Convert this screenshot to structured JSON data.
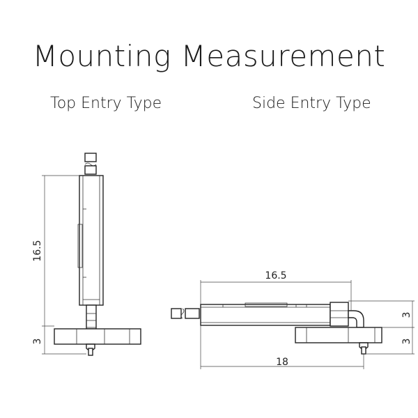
{
  "title": "Mounting Measurement",
  "labels": {
    "top_entry": "Top Entry Type",
    "side_entry": "Side Entry Type"
  },
  "dimensions": {
    "top_height": "16.5",
    "top_base": "3",
    "side_length": "16.5",
    "side_total": "18",
    "side_upper": "3",
    "side_lower": "3"
  }
}
